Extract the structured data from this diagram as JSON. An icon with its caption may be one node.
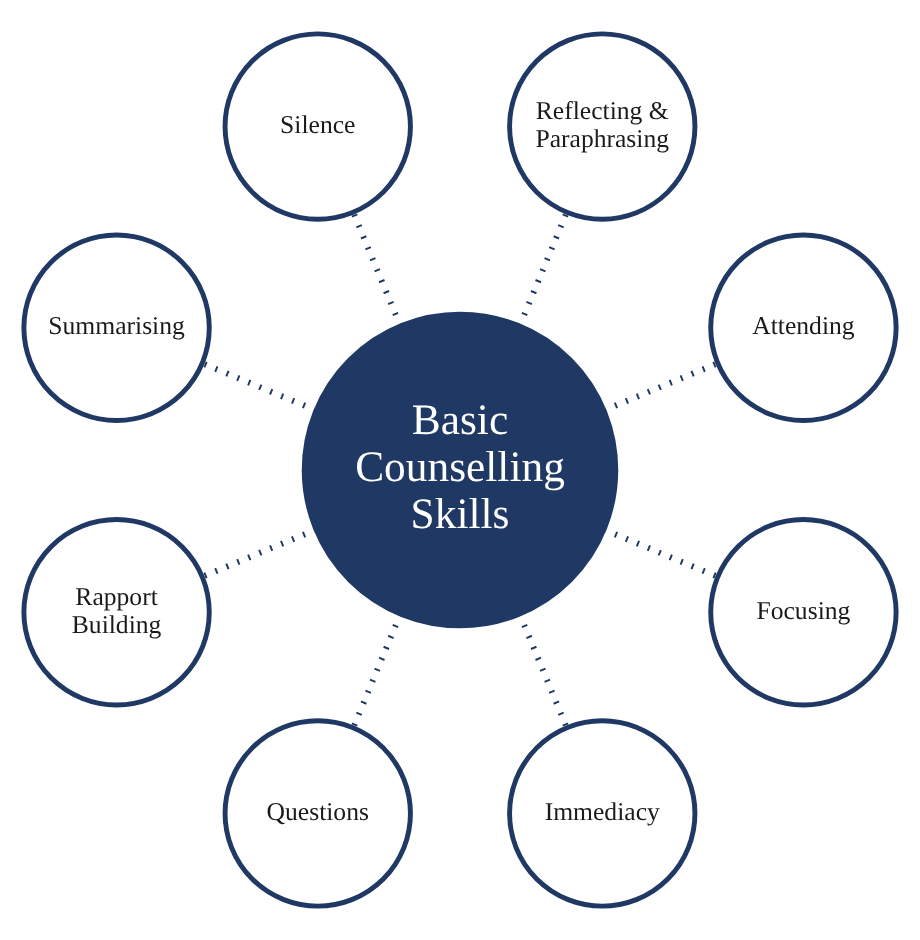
{
  "diagram": {
    "nodes": [
      {
        "text": [
          "Basic Counselling Skills"
        ]
      },
      {
        "text": [
          "Attending"
        ]
      },
      {
        "text": [
          "Reflecting & Paraphrasing"
        ]
      },
      {
        "text": [
          "Silence"
        ]
      },
      {
        "text": [
          "Summarising"
        ]
      },
      {
        "text": [
          "Rapport Building"
        ]
      },
      {
        "text": [
          "Questions"
        ]
      },
      {
        "text": [
          "Immediacy"
        ]
      },
      {
        "text": [
          "Focusing"
        ]
      }
    ],
    "edges": [
      {
        "from": 0,
        "to": 1,
        "arrow": "none",
        "style": "dashed"
      },
      {
        "from": 0,
        "to": 2,
        "arrow": "none",
        "style": "dashed"
      },
      {
        "from": 0,
        "to": 4,
        "arrow": "none",
        "style": "dashed"
      },
      {
        "from": 0,
        "to": 6,
        "arrow": "none",
        "style": "dashed"
      },
      {
        "from": 0,
        "to": 8,
        "arrow": "none",
        "style": "dashed"
      },
      {
        "from": 0,
        "to": 7,
        "arrow": "none",
        "style": "dashed"
      },
      {
        "from": 0,
        "to": 5,
        "arrow": "none",
        "style": "dashed"
      },
      {
        "from": 0,
        "to": 3,
        "arrow": "none",
        "style": "dashed"
      }
    ]
  }
}
